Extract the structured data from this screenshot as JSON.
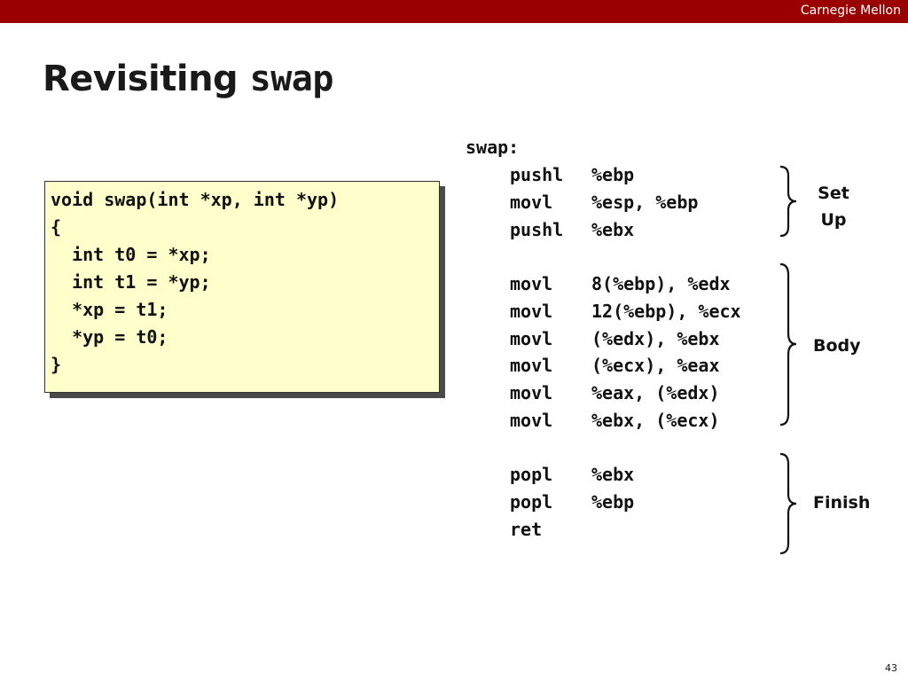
{
  "header": {
    "brand": "Carnegie Mellon",
    "bar_color": "#9b0000"
  },
  "slide": {
    "title_text": "Revisiting",
    "title_code": "swap",
    "page_number": "43"
  },
  "c_code": {
    "background": "#ffffcc",
    "lines": [
      "void swap(int *xp, int *yp)",
      "{",
      "  int t0 = *xp;",
      "  int t1 = *yp;",
      "  *xp = t1;",
      "  *yp = t0;",
      "}"
    ]
  },
  "assembly": {
    "label": "swap:",
    "setup": [
      {
        "mnemonic": "pushl",
        "operands": "%ebp"
      },
      {
        "mnemonic": "movl",
        "operands": "%esp, %ebp"
      },
      {
        "mnemonic": "pushl",
        "operands": "%ebx"
      }
    ],
    "body": [
      {
        "mnemonic": "movl",
        "operands": "8(%ebp), %edx"
      },
      {
        "mnemonic": "movl",
        "operands": "12(%ebp), %ecx"
      },
      {
        "mnemonic": "movl",
        "operands": "(%edx), %ebx"
      },
      {
        "mnemonic": "movl",
        "operands": "(%ecx), %eax"
      },
      {
        "mnemonic": "movl",
        "operands": "%eax, (%edx)"
      },
      {
        "mnemonic": "movl",
        "operands": "%ebx, (%ecx)"
      }
    ],
    "finish": [
      {
        "mnemonic": "popl",
        "operands": "%ebx"
      },
      {
        "mnemonic": "popl",
        "operands": "%ebp"
      },
      {
        "mnemonic": "ret",
        "operands": ""
      }
    ]
  },
  "sections": {
    "setup_label_1": "Set",
    "setup_label_2": "Up",
    "body_label": "Body",
    "finish_label": "Finish"
  }
}
